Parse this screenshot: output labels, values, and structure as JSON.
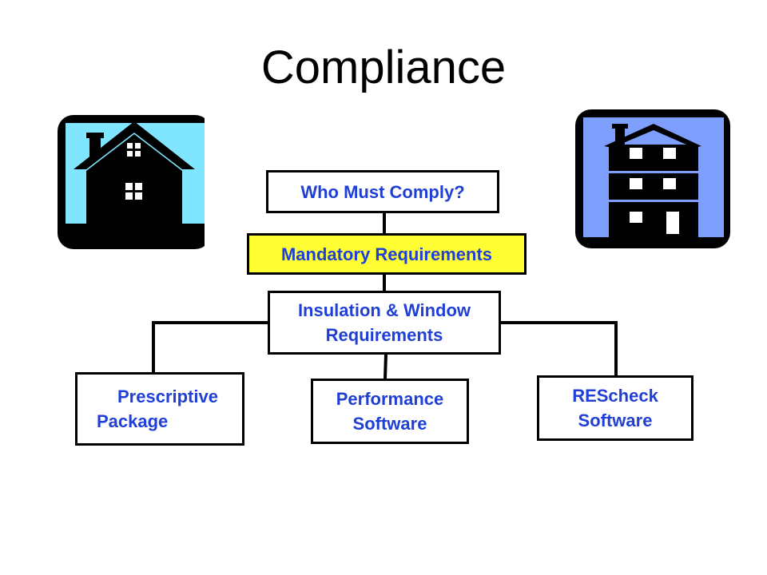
{
  "slide": {
    "title": "Compliance"
  },
  "diagram": {
    "top_box": "Who Must Comply?",
    "mandatory_box": "Mandatory Requirements",
    "insulation_box": {
      "line1": "Insulation & Window",
      "line2": "Requirements"
    },
    "options": [
      {
        "line1": "Prescriptive",
        "line2": "Package"
      },
      {
        "line1": "Performance",
        "line2": "Software"
      },
      {
        "line1": "REScheck",
        "line2": "Software"
      }
    ]
  },
  "colors": {
    "text_blue": "#1f3fd6",
    "highlight_yellow": "#ffff33",
    "left_house_sky": "#80e5ff",
    "right_house_sky": "#7f9fff"
  },
  "icons": {
    "left": "single-family-house-icon",
    "right": "multi-story-building-icon"
  }
}
